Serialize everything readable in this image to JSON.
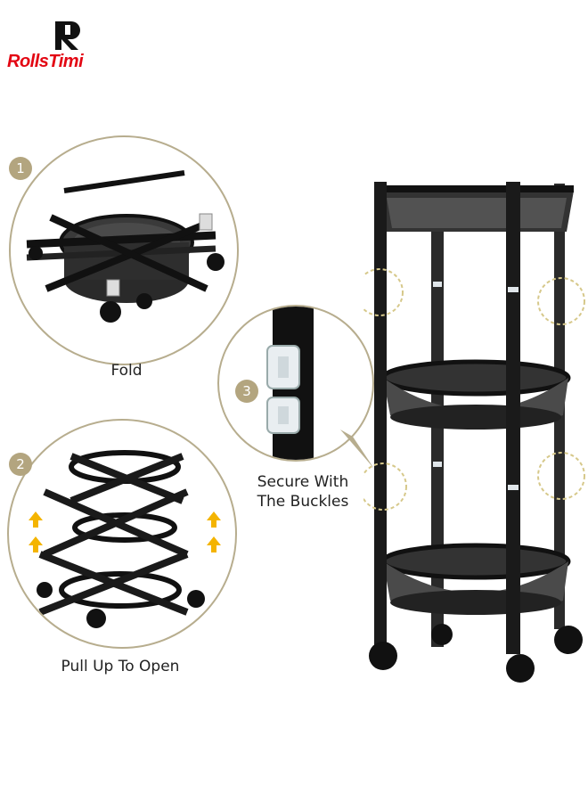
{
  "brand": {
    "logo_text": "RollsTimi",
    "logo_letter": "R",
    "accent_color": "#e30613"
  },
  "steps": [
    {
      "number": "1",
      "caption": "Fold"
    },
    {
      "number": "2",
      "caption": "Pull Up To Open"
    },
    {
      "number": "3",
      "caption": "Secure With The Buckles"
    }
  ],
  "colors": {
    "badge": "#b3a57f",
    "circle_border": "#b7ad8e",
    "frame": "#1e1e1e",
    "highlight": "#d6c88a",
    "arrow": "#f4b400"
  },
  "icons": [
    "fold-illustration",
    "open-illustration",
    "buckle-closeup",
    "storage-cart",
    "up-arrow-icon"
  ]
}
